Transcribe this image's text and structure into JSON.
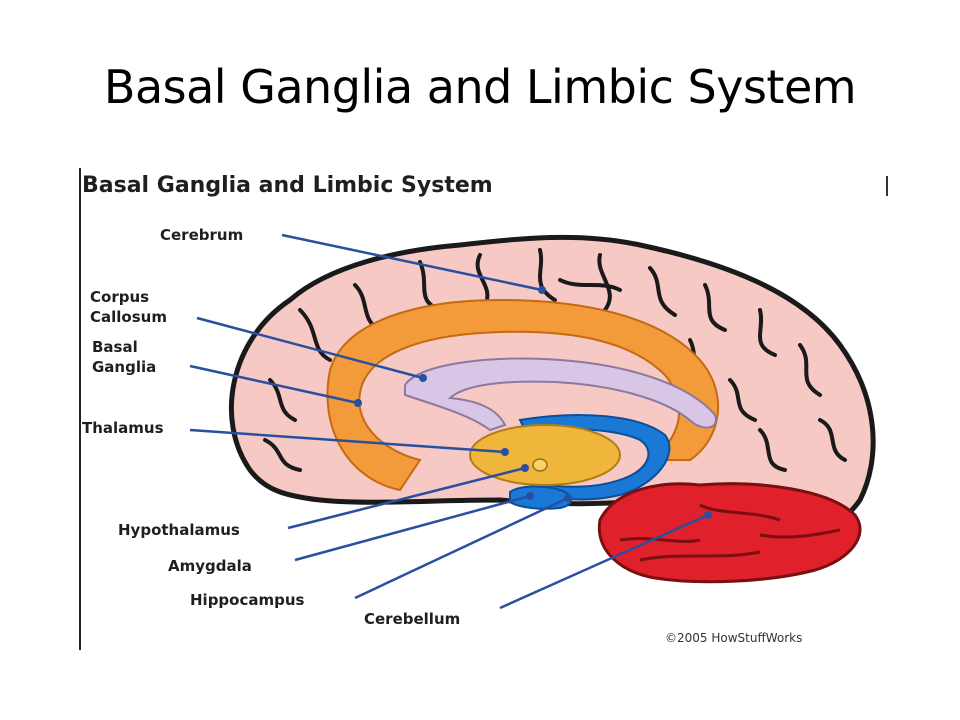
{
  "slide": {
    "title": "Basal Ganglia and Limbic System"
  },
  "figure": {
    "heading": "Basal Ganglia and Limbic System",
    "labels": {
      "cerebrum": "Cerebrum",
      "corpus_callosum_1": "Corpus",
      "corpus_callosum_2": "Callosum",
      "basal_ganglia_1": "Basal",
      "basal_ganglia_2": "Ganglia",
      "thalamus": "Thalamus",
      "hypothalamus": "Hypothalamus",
      "amygdala": "Amygdala",
      "hippocampus": "Hippocampus",
      "cerebellum": "Cerebellum"
    },
    "copyright": "©2005 HowStuffWorks",
    "colors": {
      "cerebrum": "#f7c9c4",
      "basal_ganglia": "#f39a3a",
      "corpus_callosum": "#d9c6e6",
      "thalamus": "#f0b63c",
      "limbic_blue": "#1a78d6",
      "cerebellum": "#e0202a",
      "leader_line": "#2a4fa0"
    }
  }
}
